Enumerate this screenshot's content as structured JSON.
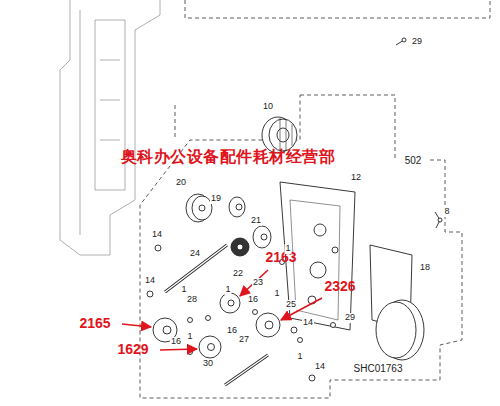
{
  "diagram": {
    "labels": [
      "29",
      "10",
      "502",
      "奥科办公设备配件耗材经营部",
      "12",
      "20",
      "19",
      "8",
      "21",
      "14",
      "24",
      "2163",
      "1",
      "22",
      "23",
      "18",
      "14",
      "1",
      "28",
      "1",
      "16",
      "1",
      "25",
      "2326",
      "2165",
      "14",
      "29",
      "1",
      "16",
      "16",
      "27",
      "1629",
      "30",
      "14",
      "SHC01763",
      "1"
    ]
  }
}
